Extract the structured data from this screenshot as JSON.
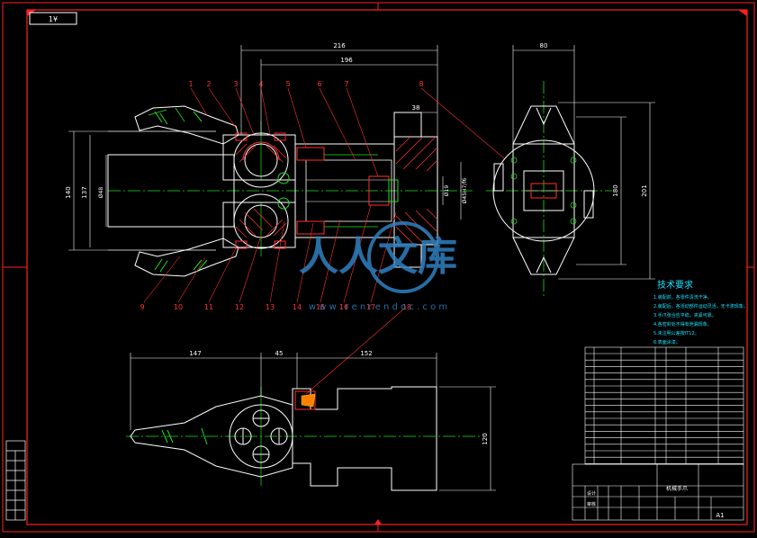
{
  "drawing_number": "1¥",
  "dimensions": {
    "d216": "216",
    "d196": "196",
    "d38": "38",
    "d80": "80",
    "d180": "180",
    "d201": "201",
    "d140": "140",
    "d137": "137",
    "d48": "Ø48",
    "d19": "Ø19",
    "d45": "Ø45H7/f6",
    "d147": "147",
    "d45b": "45",
    "d152": "152",
    "d120": "120"
  },
  "balloons": [
    "1",
    "2",
    "3",
    "4",
    "5",
    "6",
    "7",
    "8",
    "9",
    "10",
    "11",
    "12",
    "13",
    "14",
    "15",
    "16",
    "17",
    "18"
  ],
  "watermark": {
    "main": "人人文库",
    "url": "w w w . r e n r e n d o c . c o m"
  },
  "tech_requirements": {
    "title": "技术要求",
    "lines": [
      "1.装配前，各零件清洗干净。",
      "2.装配后，各活动部件运动灵活，无卡滞现象。",
      "3.手爪张合应平稳，夹紧可靠。",
      "4.各密封处不得有泄漏现象。",
      "5.未注明公差按IT12。",
      "6.表面涂漆。"
    ]
  },
  "title_block": {
    "title": "机械手爪",
    "sheet_size": "A1",
    "label_design": "设计",
    "label_check": "审核"
  },
  "colors": {
    "frame": "#ff2020",
    "outline": "#ffffff",
    "center": "#20e020",
    "hatch": "#ff3030",
    "dim": "#ffffff",
    "tech": "#20e0ff",
    "watermark": "#2f80c0"
  }
}
